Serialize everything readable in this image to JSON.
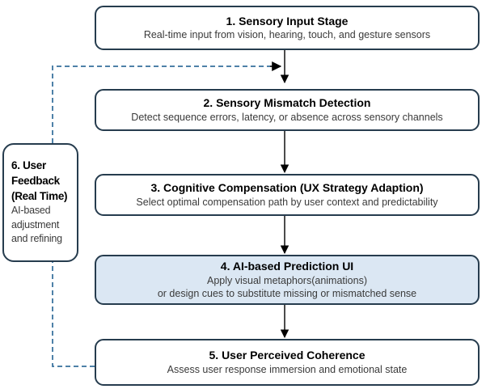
{
  "diagram": {
    "boxes": [
      {
        "title": "1. Sensory Input Stage",
        "subs": [
          "Real-time input from vision, hearing, touch, and gesture sensors"
        ]
      },
      {
        "title": "2. Sensory Mismatch Detection",
        "subs": [
          "Detect sequence errors, latency, or absence across sensory channels"
        ]
      },
      {
        "title": "3. Cognitive Compensation (UX Strategy Adaption)",
        "subs": [
          "Select optimal compensation path by user context and predictability"
        ]
      },
      {
        "title": "4. AI-based Prediction UI",
        "subs": [
          "Apply visual metaphors(animations)",
          "or design cues to substitute missing or mismatched sense"
        ]
      },
      {
        "title": "5. User Perceived Coherence",
        "subs": [
          "Assess user response immersion and emotional state"
        ]
      }
    ],
    "feedback_box": {
      "title_lines": [
        "6. User",
        "Feedback",
        "(Real Time)"
      ],
      "body_lines": [
        "AI-based",
        "adjustment",
        "and refining"
      ]
    },
    "colors": {
      "box_border": "#263c4e",
      "highlight_fill": "#dbe7f3",
      "dashed_line": "#4e81a8",
      "arrow": "#000000"
    }
  }
}
